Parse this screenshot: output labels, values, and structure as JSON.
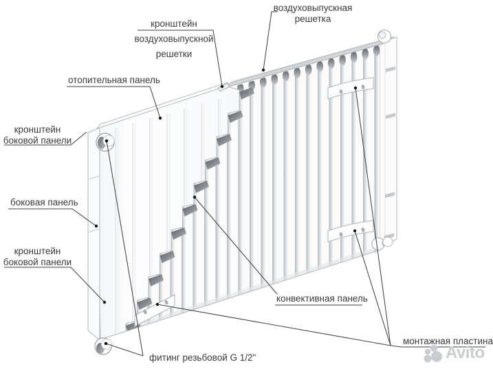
{
  "diagram": {
    "type": "radiator-parts-diagram",
    "labels": {
      "air_grille": {
        "line1": "воздуховыпускная",
        "line2": "решетка"
      },
      "air_grille_bracket": {
        "line1": "кронштейн",
        "line2": "воздуховыпускной",
        "line3": "решетки"
      },
      "heating_panel": "отопительная панель",
      "side_panel_bracket_top": {
        "line1": "кронштейн",
        "line2": "боковой панели"
      },
      "side_panel": "боковая панель",
      "side_panel_bracket_bottom": {
        "line1": "кронштейн",
        "line2": "боковой панели"
      },
      "threaded_fitting": "фитинг резьбовой G 1/2\"",
      "convective_panel": "конвективная панель",
      "mounting_plate": "монтажная пластина"
    },
    "colors": {
      "background": "#ffffff",
      "label_text": "#3a3a3a",
      "leader_line": "#424242",
      "drawing_outline": "#aeb2b6",
      "watermark": "#c9cbce"
    },
    "watermark": {
      "brand": "Avito"
    }
  }
}
